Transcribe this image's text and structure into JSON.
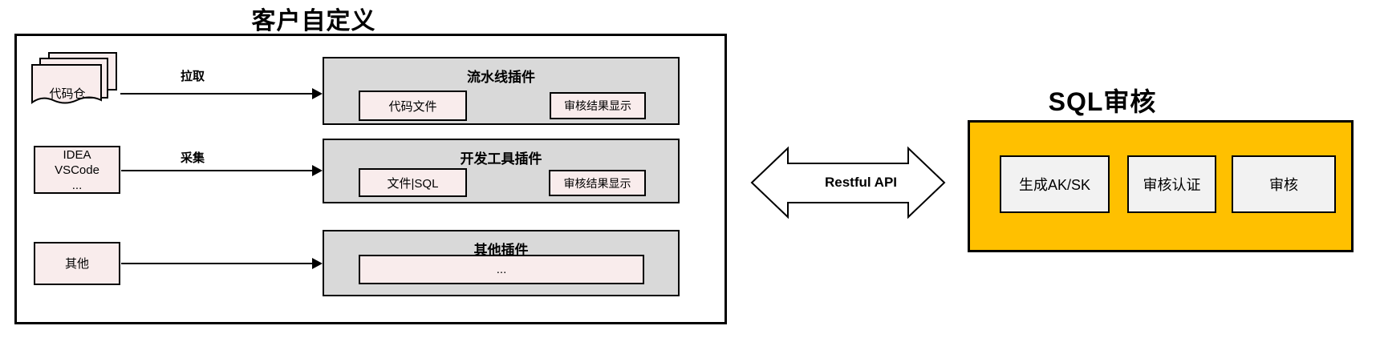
{
  "customer": {
    "title": "客户自定义",
    "sources": {
      "repo": {
        "label": "代码仓",
        "icon": "document-stack-icon"
      },
      "ide": {
        "line1": "IDEA",
        "line2": "VSCode",
        "line3": "..."
      },
      "other": {
        "label": "其他"
      }
    },
    "flows": {
      "pull": "拉取",
      "collect": "采集"
    },
    "plugins": [
      {
        "title": "流水线插件",
        "items": [
          "代码文件",
          "审核结果显示"
        ]
      },
      {
        "title": "开发工具插件",
        "items": [
          "文件|SQL",
          "审核结果显示"
        ]
      },
      {
        "title": "其他插件",
        "items": [
          "..."
        ]
      }
    ]
  },
  "connector": {
    "label": "Restful API"
  },
  "sql_audit": {
    "title": "SQL审核",
    "items": [
      "生成AK/SK",
      "审核认证",
      "审核"
    ]
  },
  "colors": {
    "node_pink": "#F9ECEC",
    "panel_gray": "#D9D9D9",
    "audit_orange": "#FFC000",
    "audit_item_gray": "#F2F2F2",
    "border_black": "#000000"
  }
}
